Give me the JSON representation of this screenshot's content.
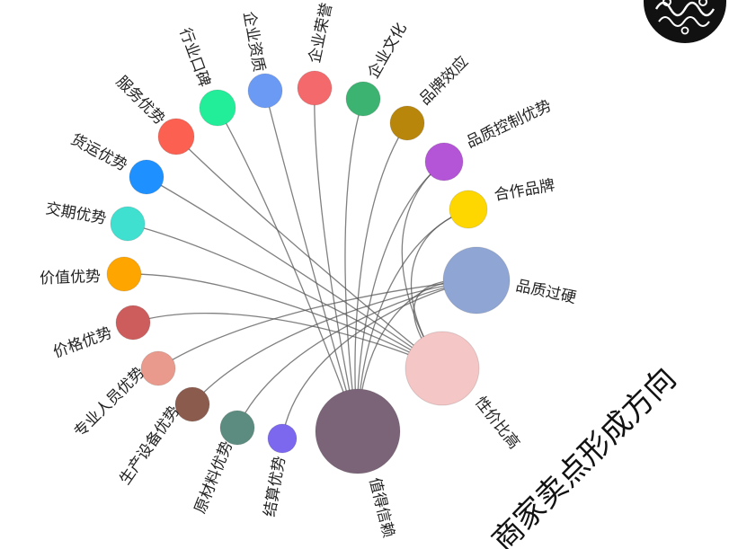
{
  "headline": "商家卖点形成方向",
  "logo": {
    "icon": "ornament-logo-icon",
    "color": "#111111"
  },
  "nodes": [
    {
      "id": "professional-staff",
      "label": "专业人员优势",
      "color": "#e99a8c"
    },
    {
      "id": "production-equipment",
      "label": "生产设备优势",
      "color": "#8b5b4e"
    },
    {
      "id": "raw-material",
      "label": "原材料优势",
      "color": "#5c8c7f"
    },
    {
      "id": "settlement",
      "label": "结算优势",
      "color": "#7b68ee"
    },
    {
      "id": "trustworthy",
      "label": "值得信赖",
      "color": "#7b6378"
    },
    {
      "id": "price-value-ratio",
      "label": "性价比高",
      "color": "#f5c6c6"
    },
    {
      "id": "quality-hard",
      "label": "品质过硬",
      "color": "#8fa5d4"
    },
    {
      "id": "cooperative-brand",
      "label": "合作品牌",
      "color": "#ffd700"
    },
    {
      "id": "quality-control",
      "label": "品质控制优势",
      "color": "#b454d6"
    },
    {
      "id": "brand-effect",
      "label": "品牌效应",
      "color": "#b8860b"
    },
    {
      "id": "corporate-culture",
      "label": "企业文化",
      "color": "#3cb371"
    },
    {
      "id": "corporate-honor",
      "label": "企业荣誉",
      "color": "#f4696b"
    },
    {
      "id": "corporate-qualification",
      "label": "企业资质",
      "color": "#6b9af5"
    },
    {
      "id": "industry-reputation",
      "label": "行业口碑",
      "color": "#22ee99"
    },
    {
      "id": "service",
      "label": "服务优势",
      "color": "#fb6050"
    },
    {
      "id": "freight",
      "label": "货运优势",
      "color": "#1e90ff"
    },
    {
      "id": "delivery-time",
      "label": "交期优势",
      "color": "#40e0d0"
    },
    {
      "id": "value",
      "label": "价值优势",
      "color": "#ffa500"
    },
    {
      "id": "price",
      "label": "价格优势",
      "color": "#cd5c5c"
    }
  ],
  "edges": [
    [
      "industry-reputation",
      "trustworthy"
    ],
    [
      "corporate-qualification",
      "trustworthy"
    ],
    [
      "corporate-honor",
      "trustworthy"
    ],
    [
      "corporate-culture",
      "trustworthy"
    ],
    [
      "brand-effect",
      "trustworthy"
    ],
    [
      "service",
      "price-value-ratio"
    ],
    [
      "freight",
      "price-value-ratio"
    ],
    [
      "delivery-time",
      "price-value-ratio"
    ],
    [
      "value",
      "price-value-ratio"
    ],
    [
      "price",
      "price-value-ratio"
    ],
    [
      "professional-staff",
      "quality-hard"
    ],
    [
      "production-equipment",
      "quality-hard"
    ],
    [
      "raw-material",
      "quality-hard"
    ],
    [
      "settlement",
      "quality-hard"
    ],
    [
      "quality-control",
      "trustworthy"
    ],
    [
      "cooperative-brand",
      "trustworthy"
    ],
    [
      "quality-hard",
      "trustworthy"
    ],
    [
      "quality-control",
      "price-value-ratio"
    ],
    [
      "cooperative-brand",
      "price-value-ratio"
    ],
    [
      "quality-hard",
      "price-value-ratio"
    ]
  ]
}
